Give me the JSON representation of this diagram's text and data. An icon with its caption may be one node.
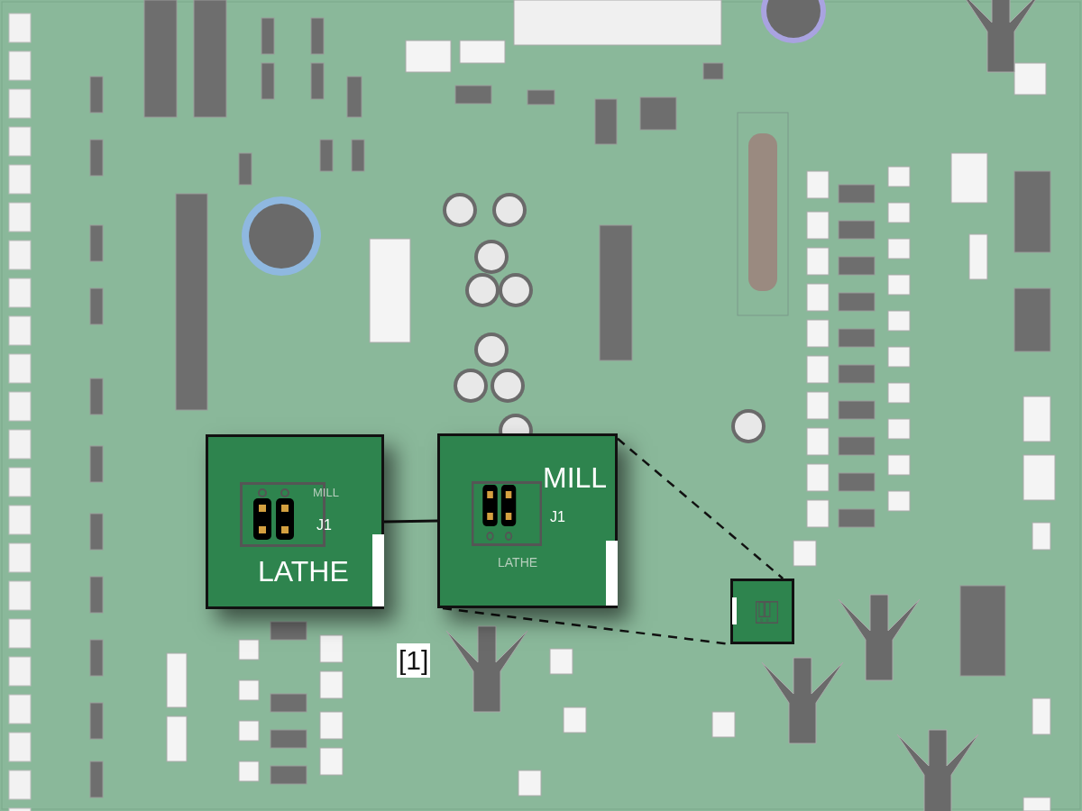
{
  "diagram": {
    "nodes": [
      {
        "text": [
          "MILL",
          "J1",
          "LATHE"
        ]
      },
      {
        "text": [
          "MILL",
          "J1",
          "LATHE"
        ]
      },
      {
        "text": [],
        "shape": "box"
      }
    ],
    "edges": [
      {
        "from": 0,
        "to": 1,
        "arrow": "none"
      },
      {
        "from": 1,
        "to": 2,
        "arrow": "none",
        "style": "dashed"
      },
      {
        "from": 1,
        "to": 2,
        "arrow": "none",
        "style": "dashed"
      }
    ],
    "labels": [
      "[1]"
    ]
  }
}
